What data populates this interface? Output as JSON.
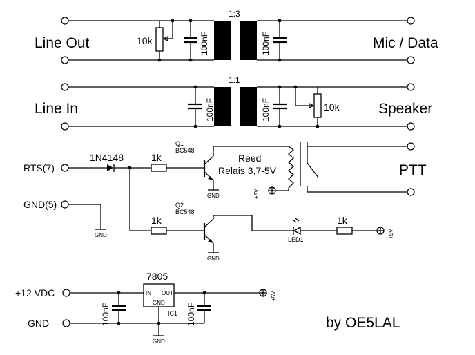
{
  "section1": {
    "left": "Line Out",
    "right": "Mic / Data",
    "ratio": "1:3",
    "pot": "10k",
    "cap_a": "100nF",
    "cap_b": "100nF"
  },
  "section2": {
    "left": "Line In",
    "right": "Speaker",
    "ratio": "1:1",
    "pot": "10k",
    "cap_a": "100nF",
    "cap_b": "100nF"
  },
  "ptt": {
    "rts": "RTS(7)",
    "gnd5": "GND(5)",
    "diode": "1N4148",
    "r1": "1k",
    "r2": "1k",
    "r3": "1k",
    "q1_name": "Q1",
    "q1_type": "BC548",
    "q2_name": "Q2",
    "q2_type": "BC548",
    "reed_l1": "Reed",
    "reed_l2": "Relais 3,7-5V",
    "ptt_label": "PTT",
    "led": "LED1",
    "plus5": "+5V",
    "gnd": "GND"
  },
  "psu": {
    "vin": "+12 VDC",
    "gnd": "GND",
    "reg": "7805",
    "pin_in": "IN",
    "pin_out": "OUT",
    "pin_gnd": "GND",
    "ic": "IC1",
    "cap_in": "100nF",
    "cap_out": "100nF",
    "plus5": "+5V",
    "gnd_sym": "GND"
  },
  "credit": "by OE5LAL"
}
